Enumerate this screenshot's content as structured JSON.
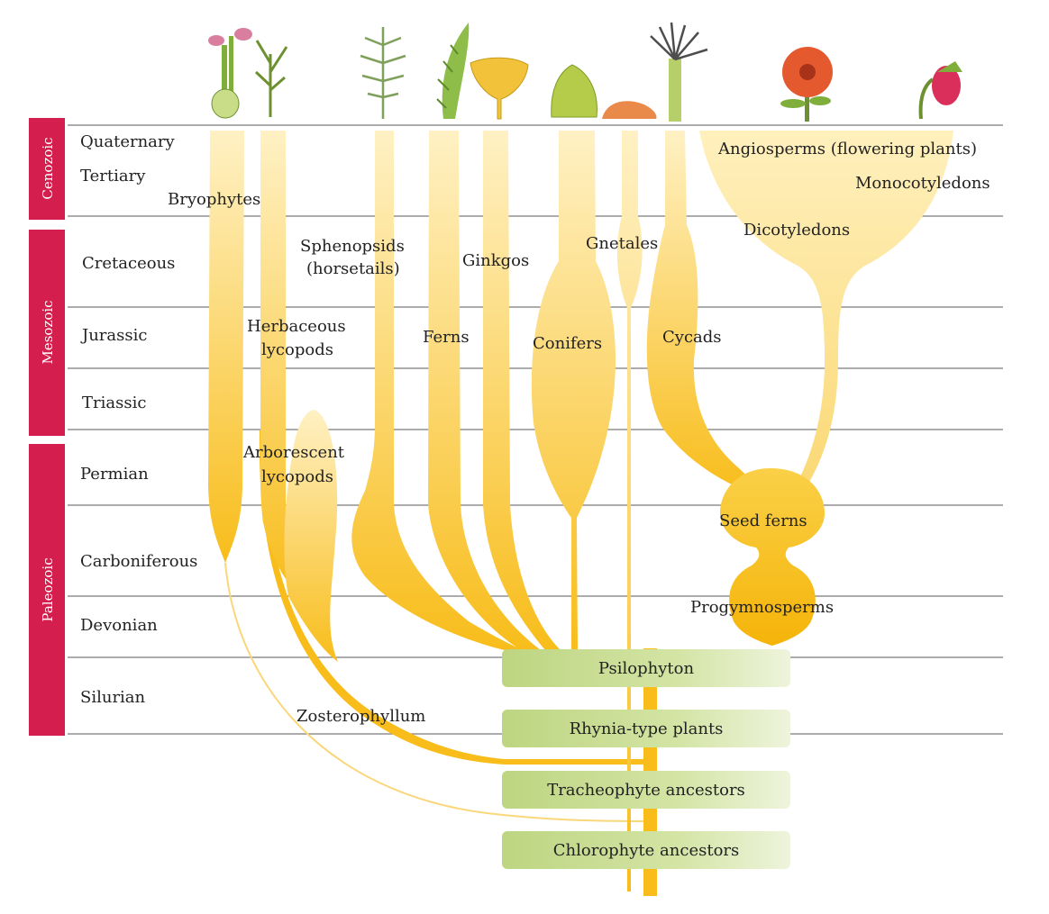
{
  "eras": [
    {
      "name": "Cenozoic"
    },
    {
      "name": "Mesozoic"
    },
    {
      "name": "Paleozoic"
    }
  ],
  "periods": [
    {
      "name": "Quaternary"
    },
    {
      "name": "Tertiary"
    },
    {
      "name": "Cretaceous"
    },
    {
      "name": "Jurassic"
    },
    {
      "name": "Triassic"
    },
    {
      "name": "Permian"
    },
    {
      "name": "Carboniferous"
    },
    {
      "name": "Devonian"
    },
    {
      "name": "Silurian"
    }
  ],
  "groups": {
    "bryophytes": "Bryophytes",
    "sphenopsids_1": "Sphenopsids",
    "sphenopsids_2": "(horsetails)",
    "ginkgos": "Ginkgos",
    "gnetales": "Gnetales",
    "angiosperms": "Angiosperms (flowering plants)",
    "monocotyledons": "Monocotyledons",
    "dicotyledons": "Dicotyledons",
    "herbaceous_1": "Herbaceous",
    "herbaceous_2": "lycopods",
    "ferns": "Ferns",
    "conifers": "Conifers",
    "cycads": "Cycads",
    "arborescent_1": "Arborescent",
    "arborescent_2": "lycopods",
    "seed_ferns": "Seed ferns",
    "progymnosperms": "Progymnosperms",
    "zosterophyllum": "Zosterophyllum"
  },
  "ancestors": [
    {
      "name": "Psilophyton"
    },
    {
      "name": "Rhynia-type plants"
    },
    {
      "name": "Tracheophyte ancestors"
    },
    {
      "name": "Chlorophyte ancestors"
    }
  ],
  "colors": {
    "era_band": "#d41e4e",
    "branch_light": "#fde9a6",
    "branch_dark": "#f9be1c",
    "box_green": "#c5dc8e",
    "grid": "#7a7a7a"
  }
}
